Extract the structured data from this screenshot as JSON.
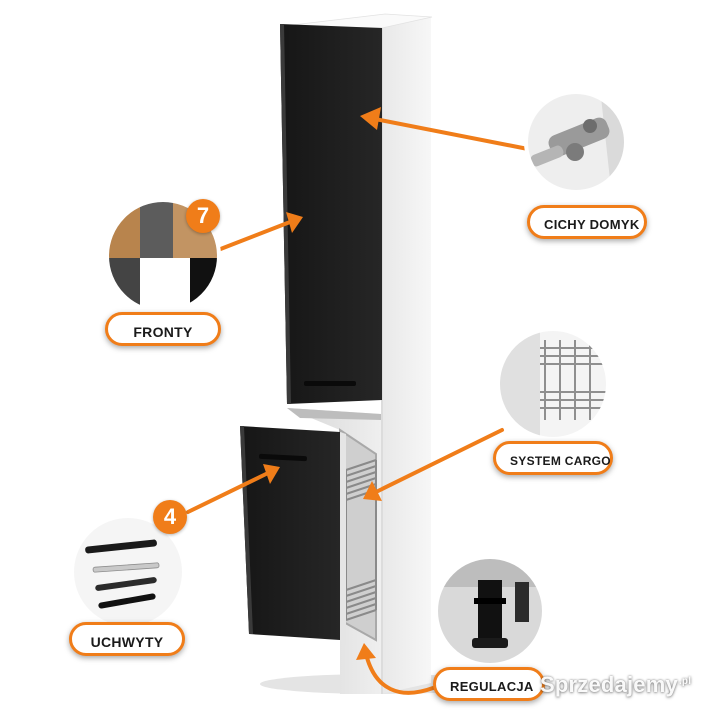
{
  "labels": {
    "fronty": "FRONTY",
    "cichy_domyk": "CICHY DOMYK",
    "system_cargo": "SYSTEM CARGO",
    "uchwyty": "UCHWYTY",
    "regulacja": "REGULACJA"
  },
  "badges": {
    "fronty_count": "7",
    "uchwyty_count": "4"
  },
  "watermark": {
    "name": "Sprzedajemy",
    "tld": ".pl"
  },
  "colors": {
    "accent": "#f07d19",
    "cabinet_front": "#1f1f1f",
    "cabinet_body": "#f3f3f3"
  }
}
